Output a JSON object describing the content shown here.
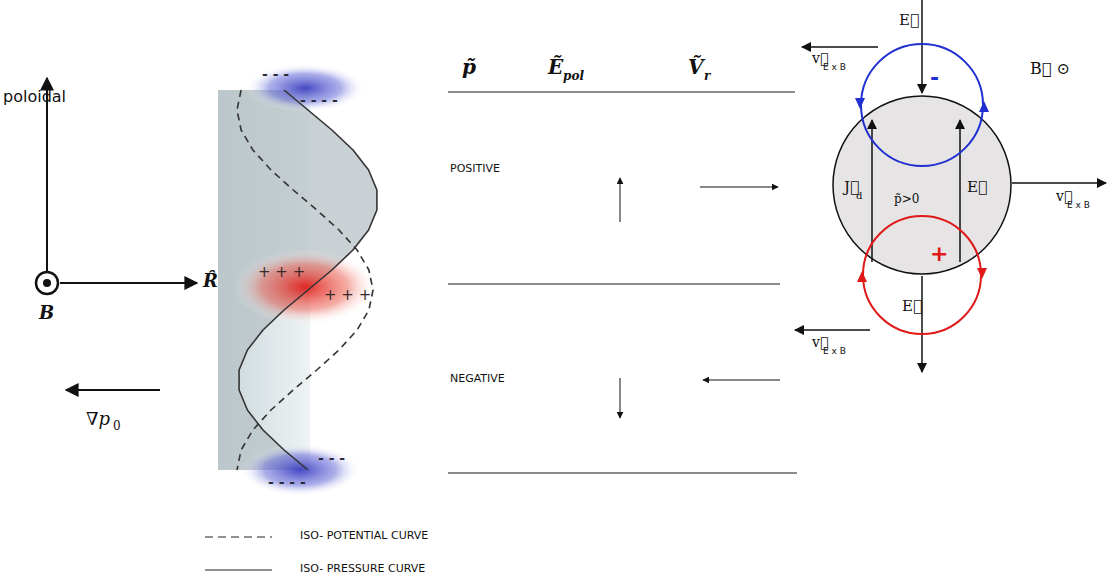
{
  "diagram": {
    "nodes": [
      {
        "text": [
          "J⃗",
          "d",
          "p̃>0",
          "E⃗"
        ]
      },
      {
        "text": [
          "-"
        ]
      },
      {
        "text": [
          "+"
        ]
      }
    ],
    "labels": [
      "poloidal",
      "B",
      "R̂",
      "∇p",
      "0",
      "p̃",
      "Ẽ",
      "pol",
      "Ṽ",
      "r",
      "POSITIVE",
      "NEGATIVE",
      "- - -",
      "- - - -",
      "+ + +",
      "+ + +",
      "- - -",
      "- - - -",
      "v⃗",
      "E x B",
      "v⃗",
      "E x B",
      "v⃗",
      "E x B",
      "E⃗",
      "E⃗",
      "B⃗ ⊙"
    ],
    "legend": [
      {
        "text": "ISO- POTENTIAL CURVE"
      },
      {
        "text": "ISO- PRESSURE CURVE"
      }
    ]
  }
}
